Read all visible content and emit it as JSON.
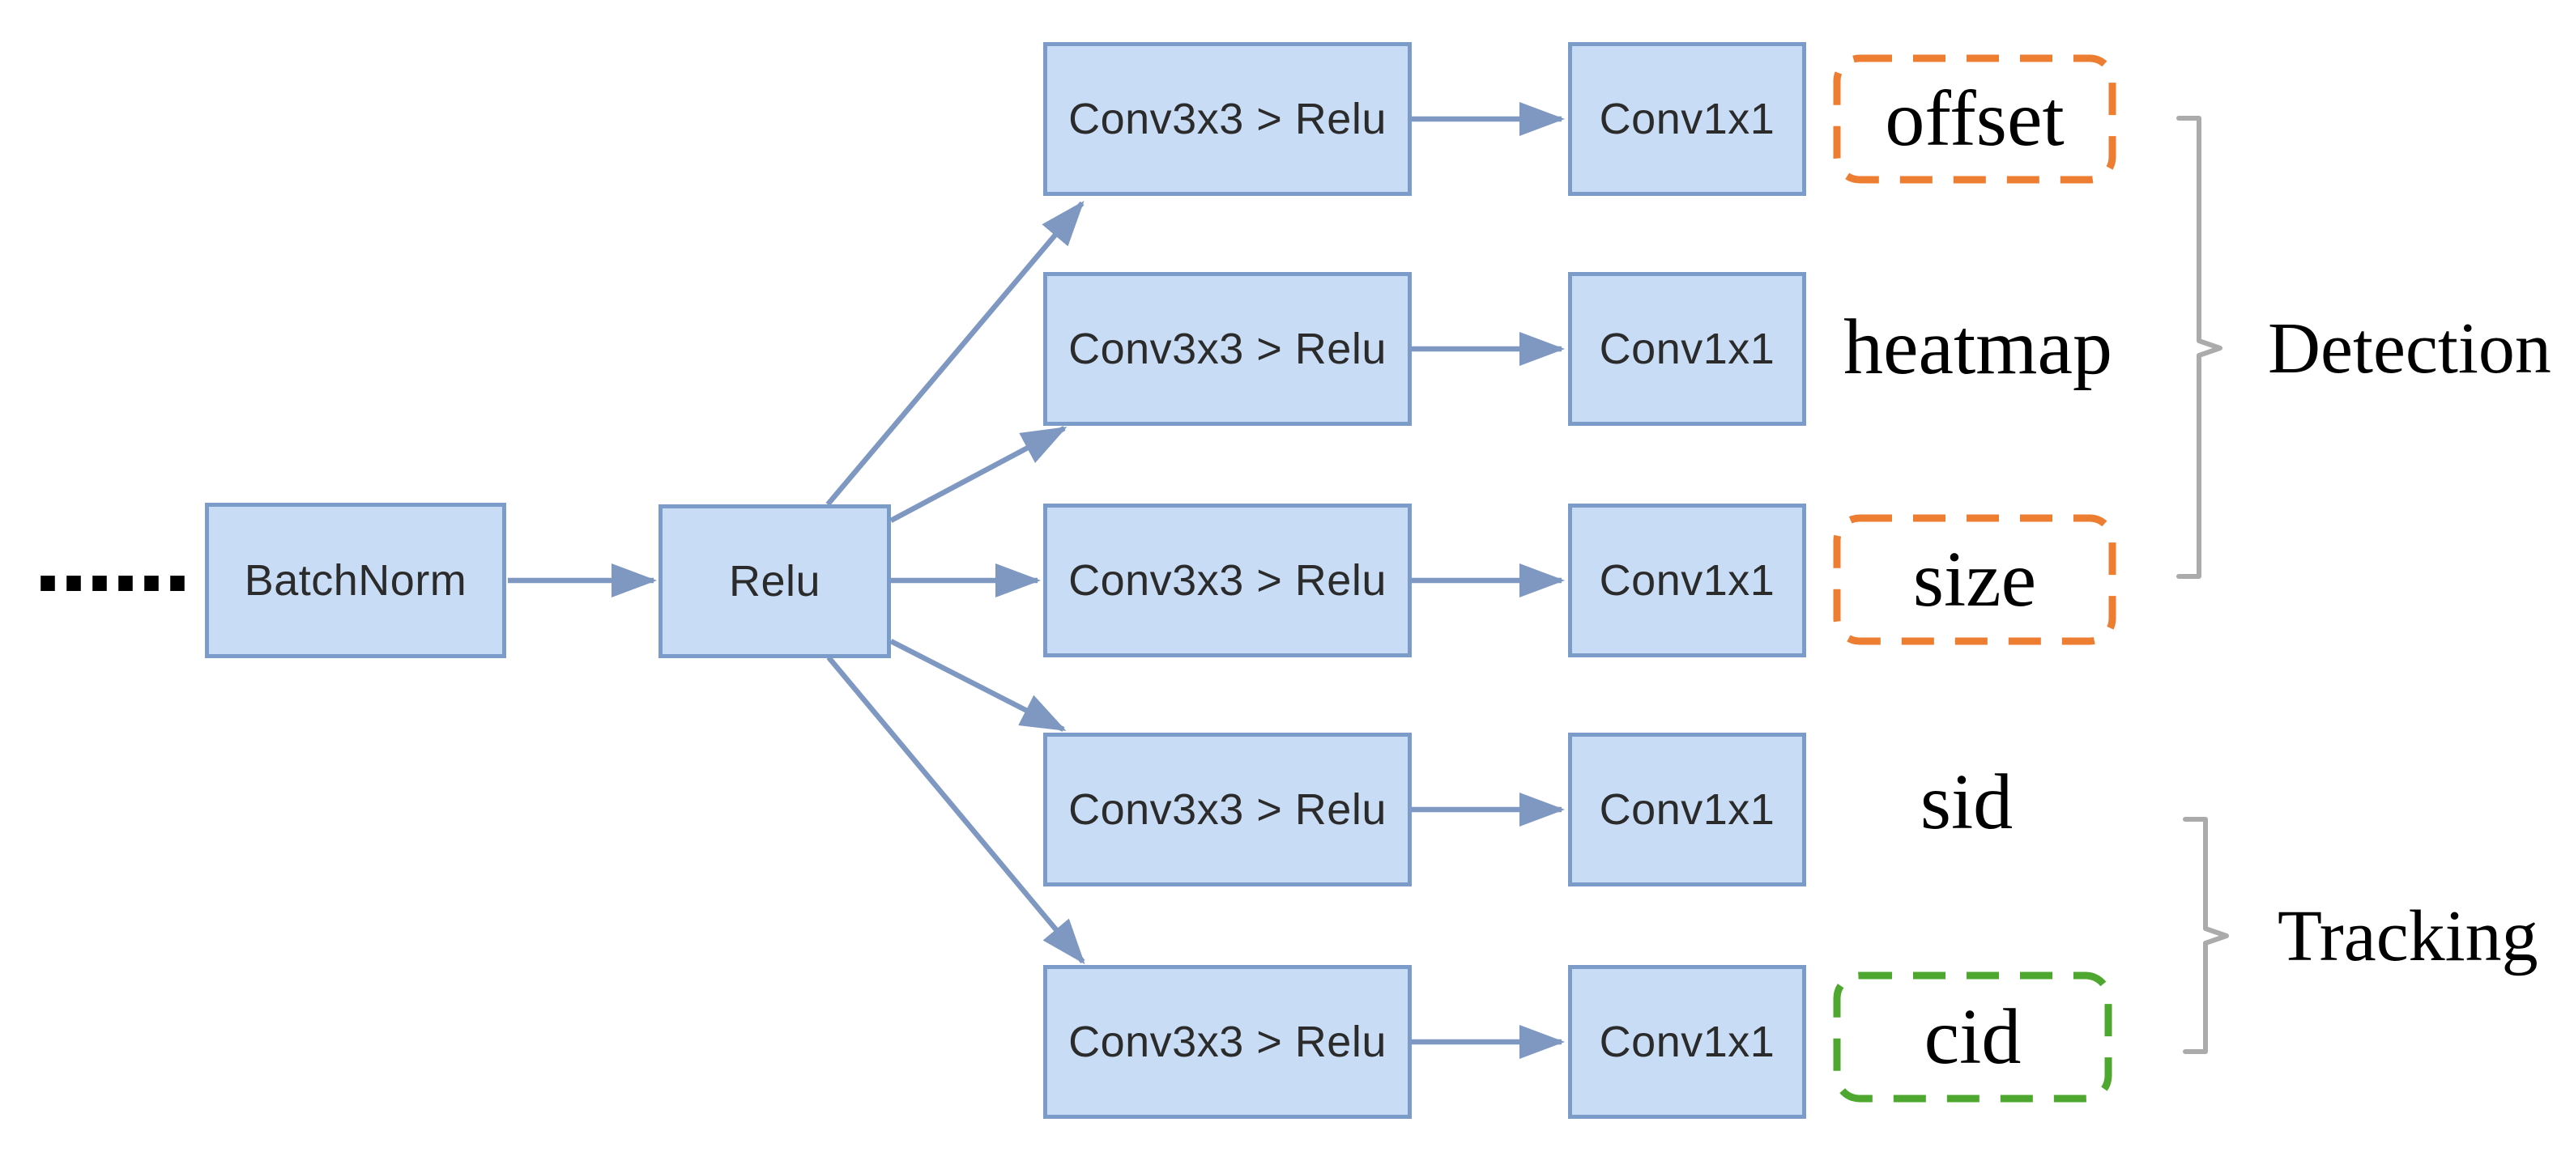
{
  "diagram": {
    "ellipsis": "......",
    "nodes": {
      "batchnorm": "BatchNorm",
      "relu": "Relu"
    },
    "branches": [
      {
        "conv": "Conv3x3 > Relu",
        "head": "Conv1x1",
        "output": "offset",
        "outline": "orange-dashed"
      },
      {
        "conv": "Conv3x3 > Relu",
        "head": "Conv1x1",
        "output": "heatmap",
        "outline": "none"
      },
      {
        "conv": "Conv3x3 > Relu",
        "head": "Conv1x1",
        "output": "size",
        "outline": "orange-dashed"
      },
      {
        "conv": "Conv3x3 > Relu",
        "head": "Conv1x1",
        "output": "sid",
        "outline": "none"
      },
      {
        "conv": "Conv3x3 > Relu",
        "head": "Conv1x1",
        "output": "cid",
        "outline": "green-dashed"
      }
    ],
    "groups": [
      {
        "label": "Detection",
        "members": [
          "offset",
          "heatmap",
          "size"
        ]
      },
      {
        "label": "Tracking",
        "members": [
          "sid",
          "cid"
        ]
      }
    ],
    "colors": {
      "node_fill": "#c9dcf5",
      "node_border": "#7b9cc9",
      "arrow": "#7e98c2",
      "bracket": "#ababab",
      "orange_outline": "#ed7d31",
      "green_outline": "#4ea72e",
      "text": "#000000"
    }
  }
}
